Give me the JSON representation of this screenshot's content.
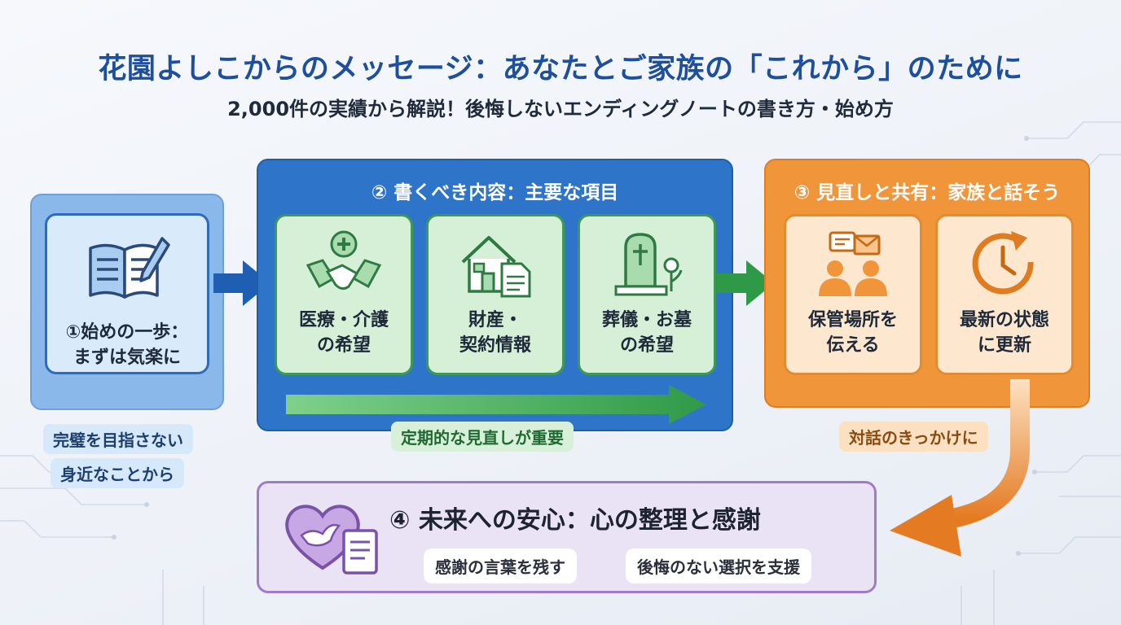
{
  "header": {
    "title": "花園よしこからのメッセージ：あなたとご家族の「これから」のために",
    "subtitle": "2,000件の実績から解説！後悔しないエンディングノートの書き方・始め方"
  },
  "step1": {
    "label": "①始めの一歩：\nまずは気楽に",
    "icon": "open-notebook-pencil-icon",
    "notes": [
      "完璧を目指さない",
      "身近なことから"
    ]
  },
  "step2": {
    "title": "② 書くべき内容：主要な項目",
    "cards": [
      {
        "label": "医療・介護\nの希望",
        "icon": "handshake-medical-icon"
      },
      {
        "label": "財産・\n契約情報",
        "icon": "house-document-icon"
      },
      {
        "label": "葬儀・お墓\nの希望",
        "icon": "gravestone-flower-icon"
      }
    ],
    "note": "定期的な見直しが重要"
  },
  "step3": {
    "title": "③ 見直しと共有：家族と話そう",
    "cards": [
      {
        "label": "保管場所を\n伝える",
        "icon": "family-chat-icon"
      },
      {
        "label": "最新の状態\nに更新",
        "icon": "clock-refresh-icon"
      }
    ],
    "note": "対話のきっかけに"
  },
  "step4": {
    "title": "④ 未来への安心：心の整理と感謝",
    "icon": "heart-dove-letter-icon",
    "pills": [
      "感謝の言葉を残す",
      "後悔のない選択を支援"
    ]
  },
  "colors": {
    "title": "#1d4f9c",
    "step1": "#8ab8ea",
    "step2": "#2e74c9",
    "green": "#3d9a55",
    "step3": "#f0953a",
    "step4": "#a07cc8"
  }
}
